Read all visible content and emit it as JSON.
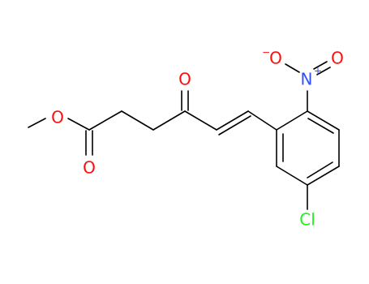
{
  "molecule": {
    "atoms": {
      "ester_O": "O",
      "carbonyl_O1": "O",
      "ketone_O": "O",
      "nitro_N": "N",
      "nitro_N_charge": "+",
      "nitro_O1": "O",
      "nitro_O1_charge": "−",
      "nitro_O2": "O",
      "chlorine": "Cl"
    },
    "colors": {
      "bond": "#000000",
      "oxygen": "#ff0d0d",
      "nitrogen": "#3050f8",
      "chlorine": "#1ff01f"
    }
  }
}
